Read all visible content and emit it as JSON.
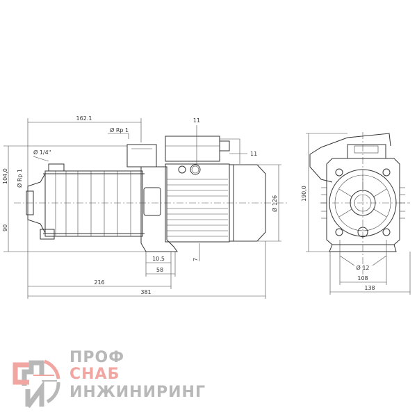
{
  "drawing": {
    "side_view": {
      "dim_top_length": "162.1",
      "discharge_label": "Ø Rp 1",
      "vent_label": "Ø 1/4\"",
      "suction_label": "Ø Rp 1",
      "height_above_axis": "104,0",
      "height_below_axis": "90",
      "cable_gland_top": "11",
      "cable_gland_side": "11",
      "motor_diameter": "Ø 126",
      "foot_thickness": "7",
      "foot_offset": "10.5",
      "foot_width": "58",
      "axis_to_foot": "216",
      "total_length": "381"
    },
    "front_view": {
      "total_height": "190,0",
      "hole_diameter": "Ø 12",
      "hole_spacing": "108",
      "base_width": "138"
    }
  },
  "logo": {
    "line1": "ПРОФ",
    "line2": "СНАБ",
    "line3": "ИНЖИНИРИНГ",
    "grey": "#b8b8b8",
    "red": "#f2a6a2"
  }
}
